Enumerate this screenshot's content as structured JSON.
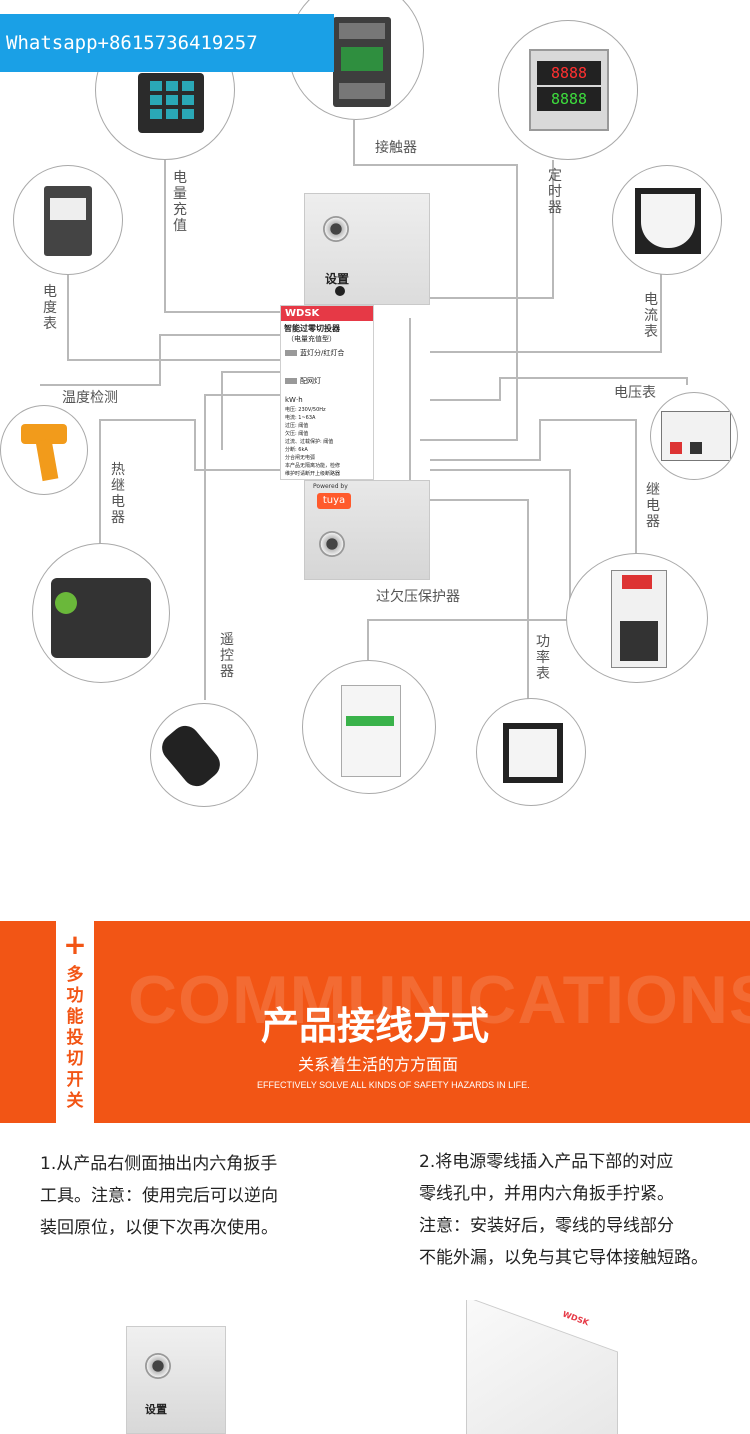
{
  "watermark": {
    "text": "Whatsapp+8615736419257"
  },
  "diagram": {
    "labels": {
      "contactor": "接触器",
      "power_recharge": "电量充值",
      "timer": "定时器",
      "meter": "电度表",
      "ammeter": "电流表",
      "temperature": "温度检测",
      "voltmeter": "电压表",
      "thermal_relay": "热继电器",
      "relay": "继电器",
      "remote": "遥控器",
      "protector": "过欠压保护器",
      "power_meter": "功率表"
    },
    "timer_display": {
      "top": "8888",
      "bottom": "8888"
    },
    "device": {
      "brand": "WDSK",
      "set_label": "设置",
      "name": "智能过零切投器",
      "subtitle": "（电量充值型）",
      "indicator_1": "蓝灯分/红灯合",
      "indicator_2": "配网灯",
      "unit": "kW·h",
      "specs": [
        "电压: 230V/50Hz",
        "电流: 1~63A",
        "过压: 阈值",
        "欠压: 阈值",
        "过流、过载保护: 阈值",
        "分断: 6kA",
        "分合闸无电弧",
        "本产品无隔离功能，检修",
        "维护时请断开上级断路器"
      ],
      "powered_by": "Powered by",
      "tuya": "tuya"
    },
    "colors": {
      "wire": "#b9b9b9",
      "circle_border": "#a9a9a9"
    }
  },
  "banner": {
    "side_tag": "多功能投切开关",
    "plus": "+",
    "ghost_text": "COMMUNICATIONS",
    "title": "产品接线方式",
    "subtitle": "关系着生活的方方面面",
    "english": "EFFECTIVELY SOLVE ALL KINDS OF SAFETY HAZARDS IN LIFE.",
    "color": "#f25515"
  },
  "steps": [
    {
      "lines": [
        "1.从产品右侧面抽出内六角扳手",
        "工具。注意：使用完后可以逆向",
        "装回原位，以便下次再次使用。"
      ]
    },
    {
      "lines": [
        "2.将电源零线插入产品下部的对应",
        "零线孔中，并用内六角扳手拧紧。",
        "注意：安装好后，零线的导线部分",
        "不能外漏，以免与其它导体接触短路。"
      ]
    }
  ],
  "bottom": {
    "set_label": "设置",
    "brand_small": "WDSK"
  }
}
